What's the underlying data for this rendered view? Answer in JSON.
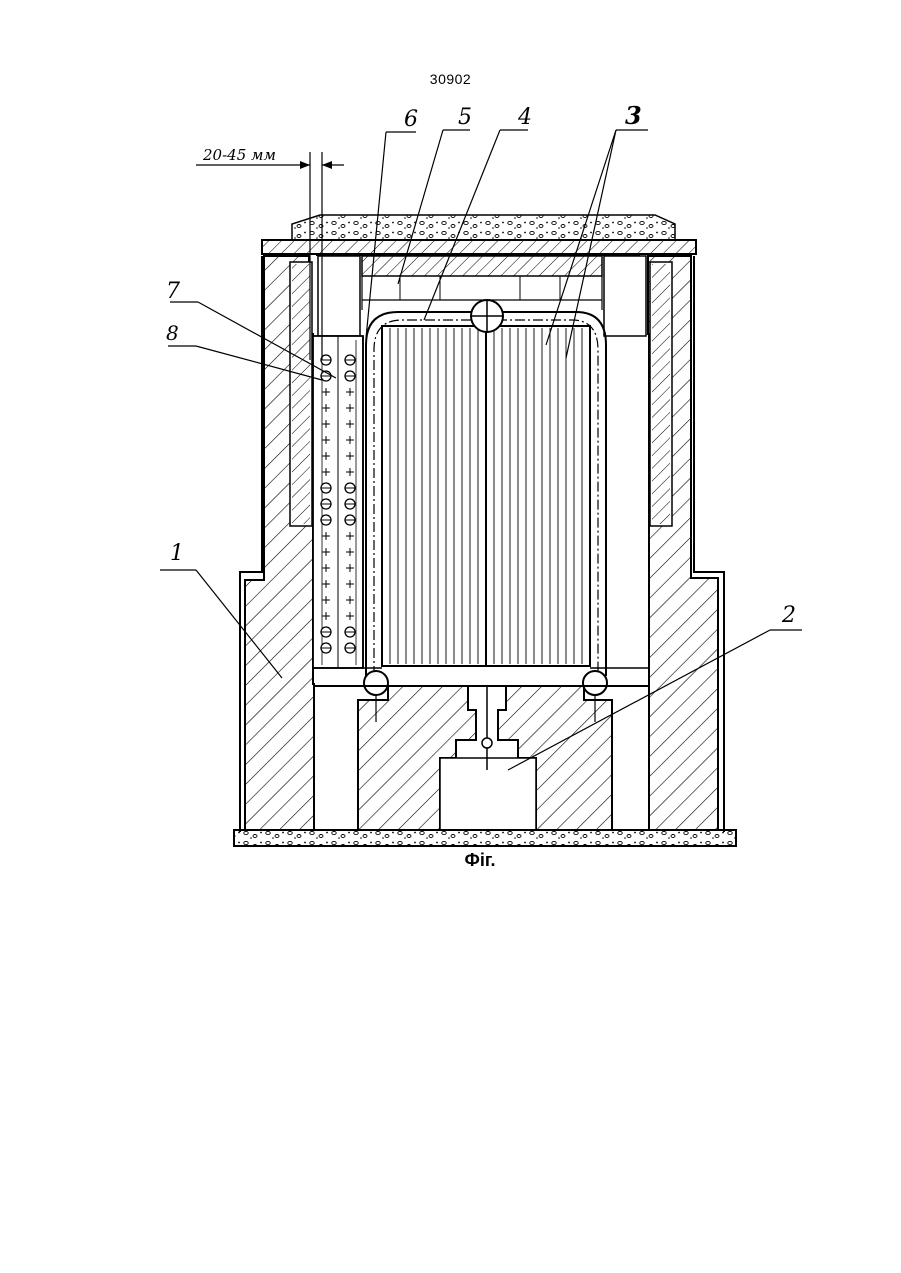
{
  "page": {
    "number": "30902"
  },
  "figure": {
    "caption": "Фіг.",
    "dimension_label": "20-45 мм",
    "callouts": [
      {
        "id": "1",
        "label": "1"
      },
      {
        "id": "2",
        "label": "2"
      },
      {
        "id": "3",
        "label": "3"
      },
      {
        "id": "4",
        "label": "4"
      },
      {
        "id": "5",
        "label": "5"
      },
      {
        "id": "6",
        "label": "6"
      },
      {
        "id": "7",
        "label": "7"
      },
      {
        "id": "8",
        "label": "8"
      }
    ]
  }
}
